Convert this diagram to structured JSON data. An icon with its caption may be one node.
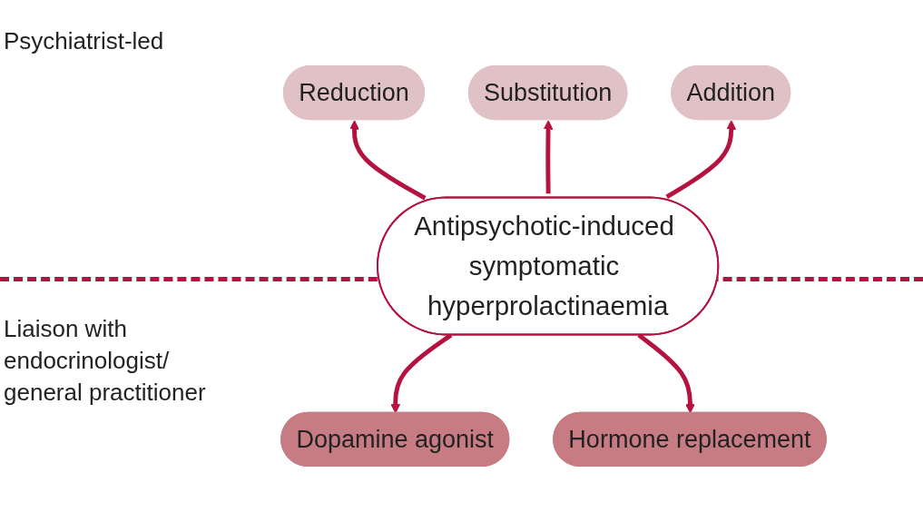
{
  "diagram": {
    "nodes": [
      {
        "text": [
          "Substitution"
        ]
      },
      {
        "text": [
          "Reduction"
        ]
      },
      {
        "text": [
          "Addition"
        ]
      },
      {
        "text": [
          "Antipsychotic-induced symptomatic hyperprolactinaemia"
        ]
      },
      {
        "text": [
          "Dopamine agonist"
        ]
      },
      {
        "text": [
          "Hormone replacement"
        ]
      }
    ],
    "edges": [
      {
        "from": 3,
        "to": 1,
        "arrow": "to"
      },
      {
        "from": 3,
        "to": 0,
        "arrow": "to"
      },
      {
        "from": 3,
        "to": 2,
        "arrow": "to"
      },
      {
        "from": 3,
        "to": 4,
        "arrow": "to"
      },
      {
        "from": 3,
        "to": 5,
        "arrow": "to"
      }
    ],
    "labels": [
      "Psychiatrist-led",
      "Liaison with endocrinologist/ general practitioner"
    ]
  }
}
